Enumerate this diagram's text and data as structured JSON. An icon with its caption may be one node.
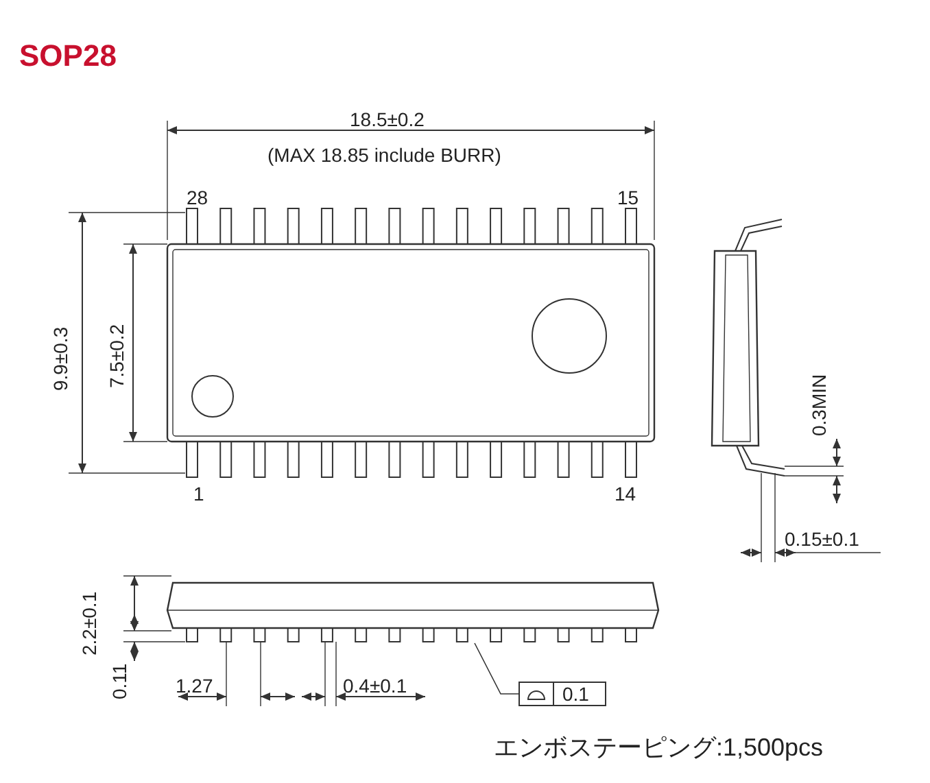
{
  "diagram": {
    "title": "SOP28",
    "nodes": [
      {
        "text": [
          "0.1"
        ]
      },
      {
        "text": [],
        "shape": "picture"
      }
    ],
    "edges": [
      {
        "from": 0,
        "to": 1,
        "arrow": "none"
      }
    ],
    "labels": [
      "18.5±0.2",
      "(MAX 18.85 include BURR)",
      "28",
      "15",
      "9.9±0.3",
      "7.5±0.2",
      "1",
      "14",
      "0.3MIN",
      "0.15±0.1",
      "2.2±0.1",
      "0.11",
      "1.27",
      "0.4±0.1",
      "エンボステーピング:1,500pcs"
    ]
  }
}
